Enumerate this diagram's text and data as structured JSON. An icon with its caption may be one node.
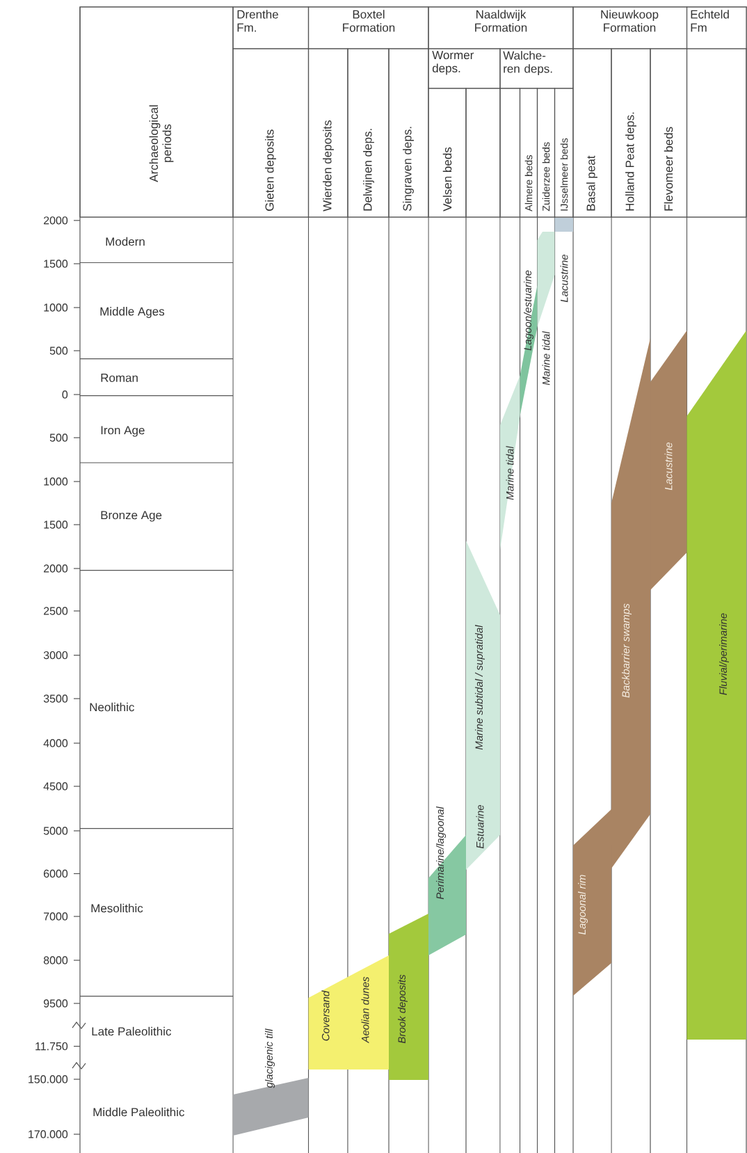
{
  "diagram": {
    "nodes": [
      {
        "text": [
          "Archaeological periods"
        ]
      },
      {
        "text": [
          "Drenthe Fm."
        ]
      },
      {
        "text": [
          "Boxtel Formation"
        ]
      },
      {
        "text": [
          "Naaldwijk Formation"
        ]
      },
      {
        "text": [
          "Nieuwkoop Formation"
        ]
      },
      {
        "text": [
          "Echteld Fm"
        ]
      },
      {
        "text": [
          "Gieten deposits"
        ]
      },
      {
        "text": [
          "Wierden deposits"
        ]
      },
      {
        "text": [
          "Delwijnen deps."
        ]
      },
      {
        "text": [
          "Singraven deps."
        ]
      },
      {
        "text": [
          "Wormer deps."
        ]
      },
      {
        "text": [
          "Walche- ren deps."
        ]
      },
      {
        "text": [
          "Velsen beds"
        ]
      },
      {
        "text": [
          "Almere beds"
        ]
      },
      {
        "text": [
          "Zuiderzee beds"
        ]
      },
      {
        "text": [
          "IJsselmeer beds"
        ]
      },
      {
        "text": [
          "Basal peat"
        ]
      },
      {
        "text": [
          "Holland Peat deps."
        ]
      },
      {
        "text": [
          "Flevomeer beds"
        ]
      },
      {
        "text": [
          "Modern"
        ]
      },
      {
        "text": [
          "Middle Ages"
        ]
      },
      {
        "text": [
          "Roman"
        ]
      },
      {
        "text": [
          "Iron Age"
        ]
      },
      {
        "text": [
          "Bronze Age"
        ]
      },
      {
        "text": [
          "Neolithic"
        ]
      },
      {
        "text": [
          "Mesolithic"
        ]
      },
      {
        "text": [
          "Late Paleolithic"
        ]
      },
      {
        "text": [
          "Middle Paleolithic"
        ]
      },
      {
        "text": [
          "Lacustrine"
        ]
      },
      {
        "text": [
          "Lagoon/estuarine"
        ]
      },
      {
        "text": [
          "Marine tidal"
        ]
      },
      {
        "text": [
          "Lacustrine"
        ]
      },
      {
        "text": [
          "Fluvial/perimarine"
        ]
      },
      {
        "text": [
          "Marine tidal"
        ]
      },
      {
        "text": [
          "Backbarrier swamps"
        ]
      },
      {
        "text": [
          "Estuarine",
          "Marine subtidal / supratidal"
        ]
      },
      {
        "text": [
          "Perimarine/lagoonal"
        ]
      },
      {
        "text": [
          "Lagoonal rim"
        ]
      },
      {
        "text": [
          "Brook deposits"
        ]
      },
      {
        "text": [
          "Aeolian dunes"
        ]
      },
      {
        "text": [
          "Coversand"
        ]
      },
      {
        "text": [
          "glacigenic till"
        ]
      },
      {
        "text": [],
        "shape": "box"
      },
      {
        "text": [],
        "shape": "box"
      },
      {
        "text": [],
        "shape": "box"
      }
    ],
    "labels": [
      "2000",
      "1500",
      "1000",
      "500",
      "0",
      "500",
      "1000",
      "1500",
      "2000",
      "2500",
      "3000",
      "3500",
      "4000",
      "4500",
      "5000",
      "6000",
      "7000",
      "8000",
      "9500",
      "11.750",
      "150.000",
      "170.000"
    ]
  }
}
